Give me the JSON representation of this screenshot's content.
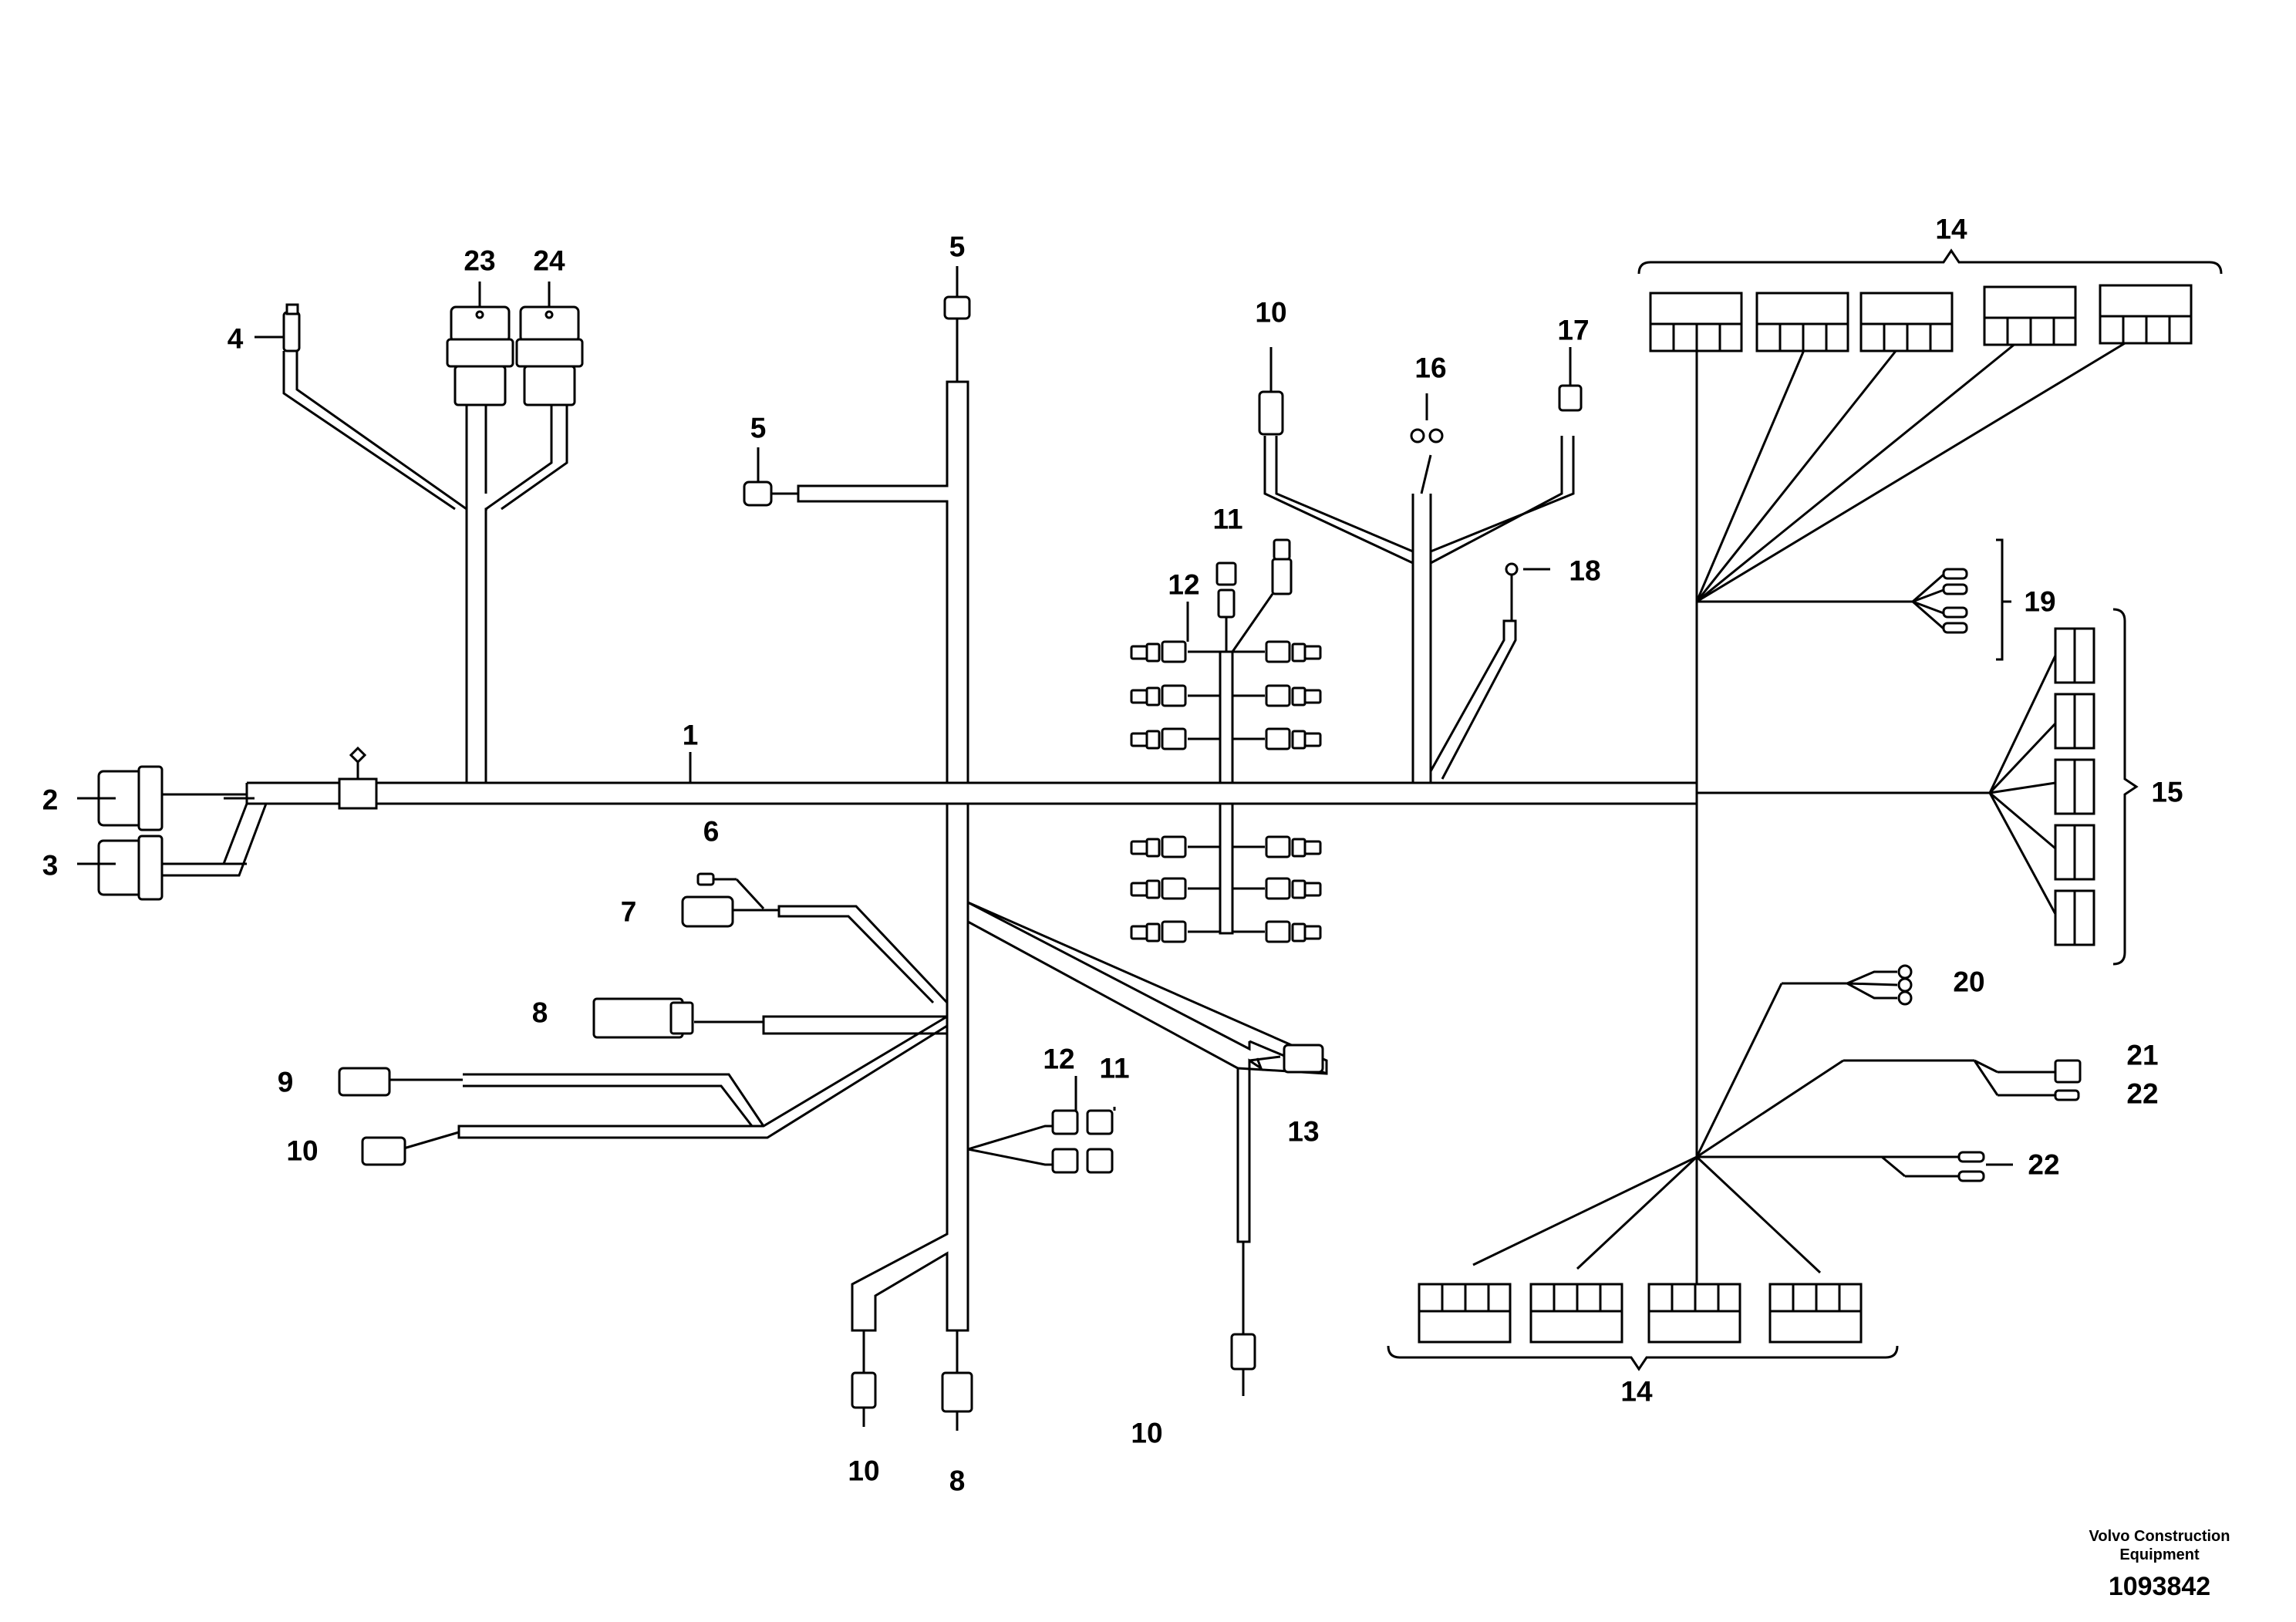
{
  "diagram": {
    "callouts": [
      {
        "id": "c1",
        "text": "1"
      },
      {
        "id": "c2",
        "text": "2"
      },
      {
        "id": "c3",
        "text": "3"
      },
      {
        "id": "c4",
        "text": "4"
      },
      {
        "id": "c5a",
        "text": "5"
      },
      {
        "id": "c5b",
        "text": "5"
      },
      {
        "id": "c6",
        "text": "6"
      },
      {
        "id": "c7",
        "text": "7"
      },
      {
        "id": "c8a",
        "text": "8"
      },
      {
        "id": "c8b",
        "text": "8"
      },
      {
        "id": "c9",
        "text": "9"
      },
      {
        "id": "c10a",
        "text": "10"
      },
      {
        "id": "c10b",
        "text": "10"
      },
      {
        "id": "c10c",
        "text": "10"
      },
      {
        "id": "c10d",
        "text": "10"
      },
      {
        "id": "c11a",
        "text": "11"
      },
      {
        "id": "c11b",
        "text": "11"
      },
      {
        "id": "c12a",
        "text": "12"
      },
      {
        "id": "c12b",
        "text": "12"
      },
      {
        "id": "c13",
        "text": "13"
      },
      {
        "id": "c14a",
        "text": "14"
      },
      {
        "id": "c14b",
        "text": "14"
      },
      {
        "id": "c15",
        "text": "15"
      },
      {
        "id": "c16",
        "text": "16"
      },
      {
        "id": "c17",
        "text": "17"
      },
      {
        "id": "c18",
        "text": "18"
      },
      {
        "id": "c19",
        "text": "19"
      },
      {
        "id": "c20",
        "text": "20"
      },
      {
        "id": "c21",
        "text": "21"
      },
      {
        "id": "c22a",
        "text": "22"
      },
      {
        "id": "c22b",
        "text": "22"
      },
      {
        "id": "c23",
        "text": "23"
      },
      {
        "id": "c24",
        "text": "24"
      }
    ]
  },
  "credit": {
    "line1": "Volvo Construction",
    "line2": "Equipment",
    "number": "1093842"
  }
}
